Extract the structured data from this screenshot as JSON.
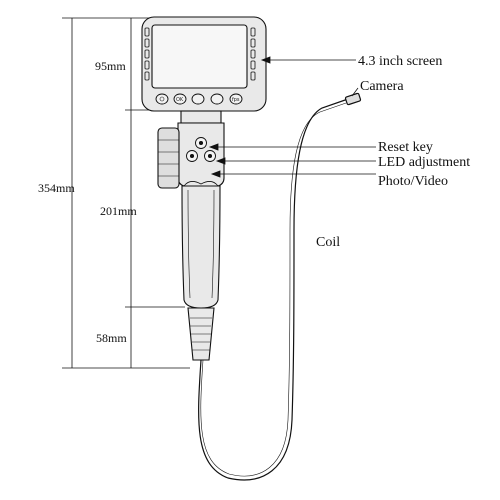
{
  "dimensions": {
    "screen_height": "95mm",
    "handle_length": "201mm",
    "tail_length": "58mm",
    "total_length": "354mm"
  },
  "callouts": {
    "screen": "4.3 inch screen",
    "camera": "Camera",
    "reset": "Reset key",
    "led": "LED adjustment",
    "photo": "Photo/Video",
    "coil": "Coil"
  },
  "buttons": {
    "ok": "OK",
    "fps": "fps"
  },
  "colors": {
    "line": "#111111",
    "device_fill": "#e9e9e9",
    "screen_fill": "#f7f7f7"
  }
}
